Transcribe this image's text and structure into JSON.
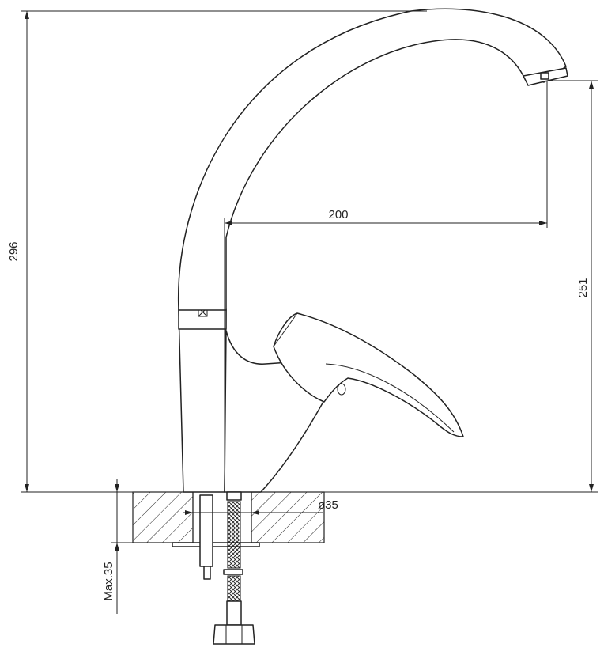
{
  "dimensions": {
    "total_height": "296",
    "spout_reach": "200",
    "spout_height": "251",
    "hole_diameter": "ø35",
    "max_thickness": "Max.35"
  },
  "colors": {
    "line": "#222222",
    "background": "#ffffff"
  }
}
